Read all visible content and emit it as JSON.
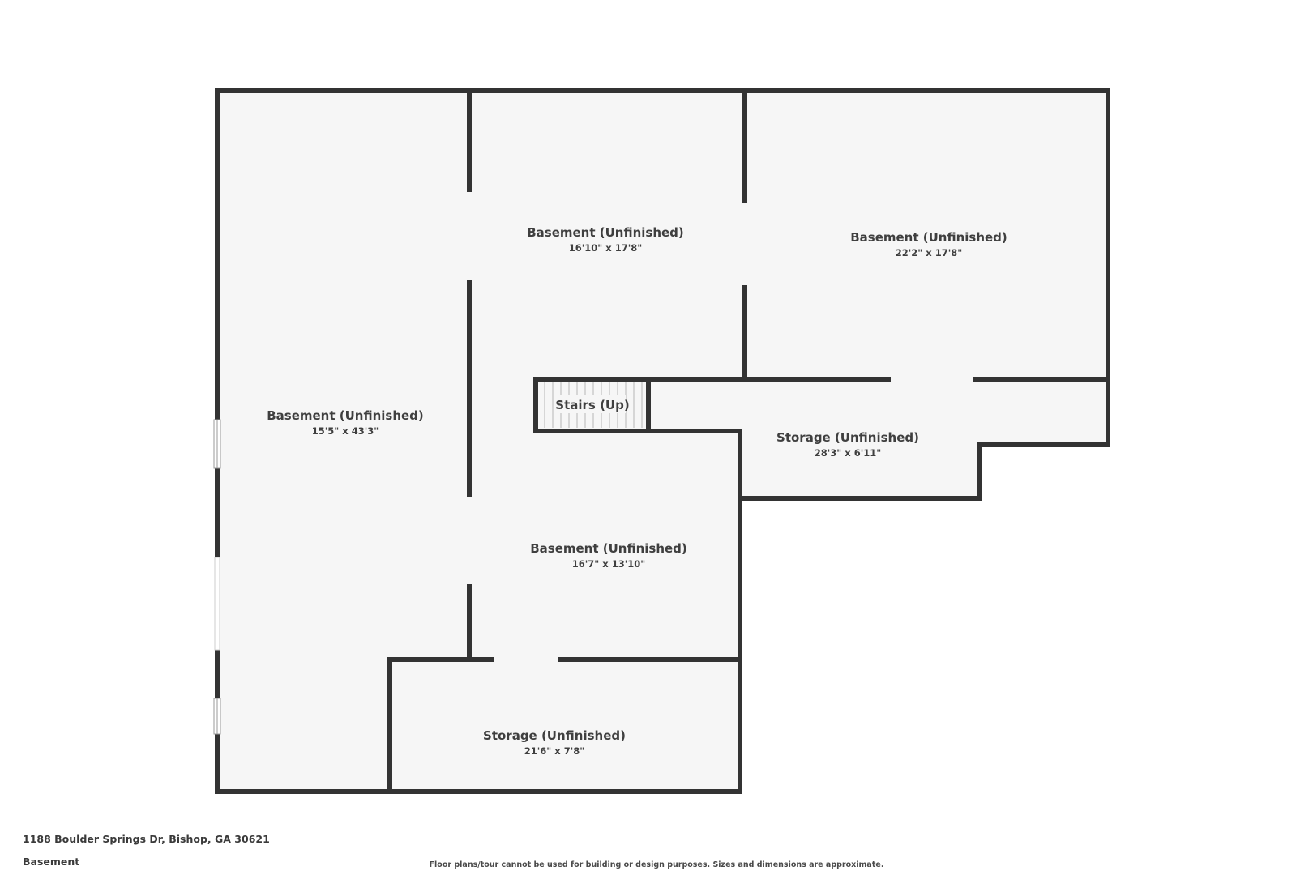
{
  "floorplan": {
    "rooms": [
      {
        "id": "left-basement",
        "name": "Basement (Unfinished)",
        "dimensions": "15'5\" x 43'3\""
      },
      {
        "id": "top-middle-basement",
        "name": "Basement (Unfinished)",
        "dimensions": "16'10\" x 17'8\""
      },
      {
        "id": "top-right-basement",
        "name": "Basement (Unfinished)",
        "dimensions": "22'2\" x 17'8\""
      },
      {
        "id": "right-storage",
        "name": "Storage (Unfinished)",
        "dimensions": "28'3\" x 6'11\""
      },
      {
        "id": "center-basement",
        "name": "Basement (Unfinished)",
        "dimensions": "16'7\" x 13'10\""
      },
      {
        "id": "bottom-storage",
        "name": "Storage (Unfinished)",
        "dimensions": "21'6\" x 7'8\""
      }
    ],
    "stairs": {
      "label": "Stairs (Up)"
    },
    "colors": {
      "wall": "#333333",
      "floor": "#f5f5f5",
      "background": "#ffffff"
    }
  },
  "footer": {
    "address": "1188 Boulder Springs Dr, Bishop, GA 30621",
    "level": "Basement",
    "disclaimer": "Floor plans/tour cannot be used for building or design purposes. Sizes and dimensions are approximate."
  }
}
